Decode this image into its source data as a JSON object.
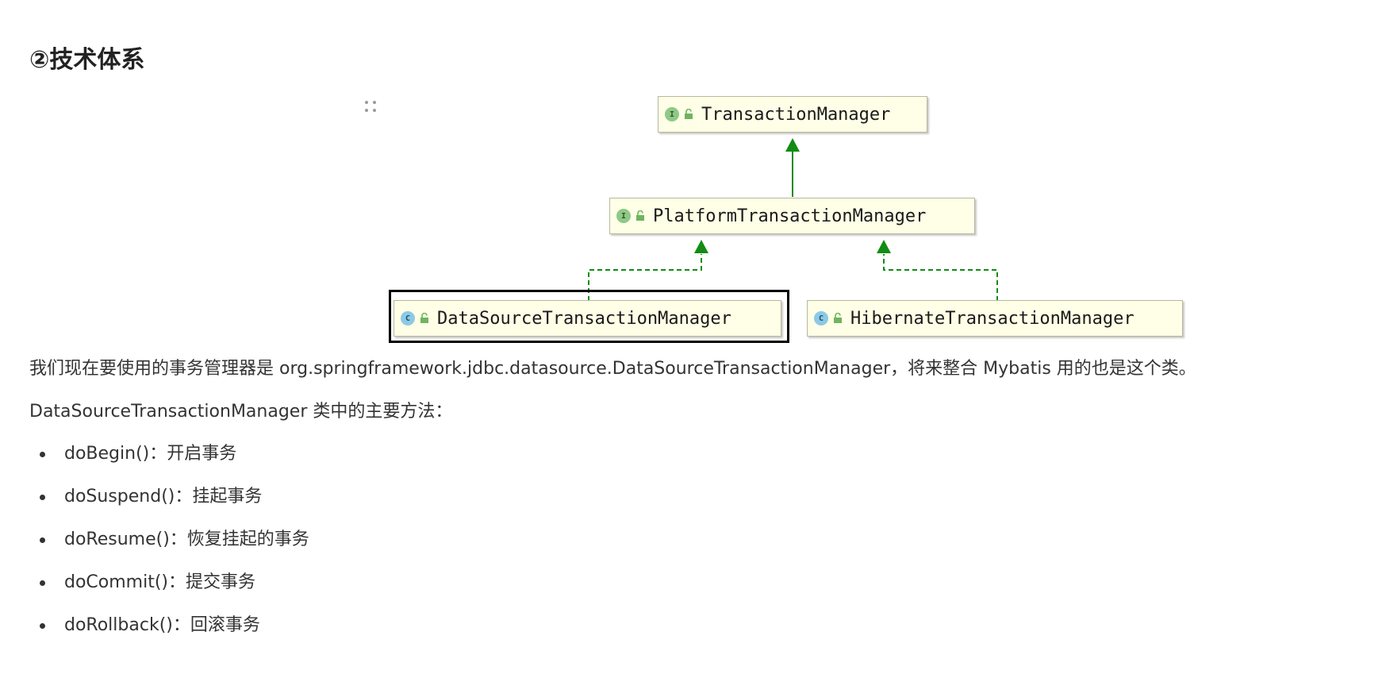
{
  "section_title": "②技术体系",
  "diagram": {
    "nodes": [
      {
        "id": "tm",
        "name": "TransactionManager",
        "kind": "interface",
        "icon": "I"
      },
      {
        "id": "ptm",
        "name": "PlatformTransactionManager",
        "kind": "interface",
        "icon": "I"
      },
      {
        "id": "dstm",
        "name": "DataSourceTransactionManager",
        "kind": "class",
        "icon": "C",
        "selected": true
      },
      {
        "id": "htm",
        "name": "HibernateTransactionManager",
        "kind": "class",
        "icon": "C"
      }
    ],
    "edges": [
      {
        "from": "ptm",
        "to": "tm",
        "type": "extends"
      },
      {
        "from": "dstm",
        "to": "ptm",
        "type": "implements"
      },
      {
        "from": "htm",
        "to": "ptm",
        "type": "implements"
      }
    ],
    "colors": {
      "arrow": "#128c12",
      "box_bg": "#fffee6",
      "interface_icon": "#8fc987",
      "class_icon": "#8cc9e6"
    }
  },
  "paragraph_1": "我们现在要使用的事务管理器是 org.springframework.jdbc.datasource.DataSourceTransactionManager，将来整合 Mybatis 用的也是这个类。",
  "paragraph_2": "DataSourceTransactionManager 类中的主要方法：",
  "methods": [
    {
      "text": "doBegin()：开启事务"
    },
    {
      "text": "doSuspend()：挂起事务"
    },
    {
      "text": "doResume()：恢复挂起的事务"
    },
    {
      "text": "doCommit()：提交事务"
    },
    {
      "text": "doRollback()：回滚事务"
    }
  ]
}
